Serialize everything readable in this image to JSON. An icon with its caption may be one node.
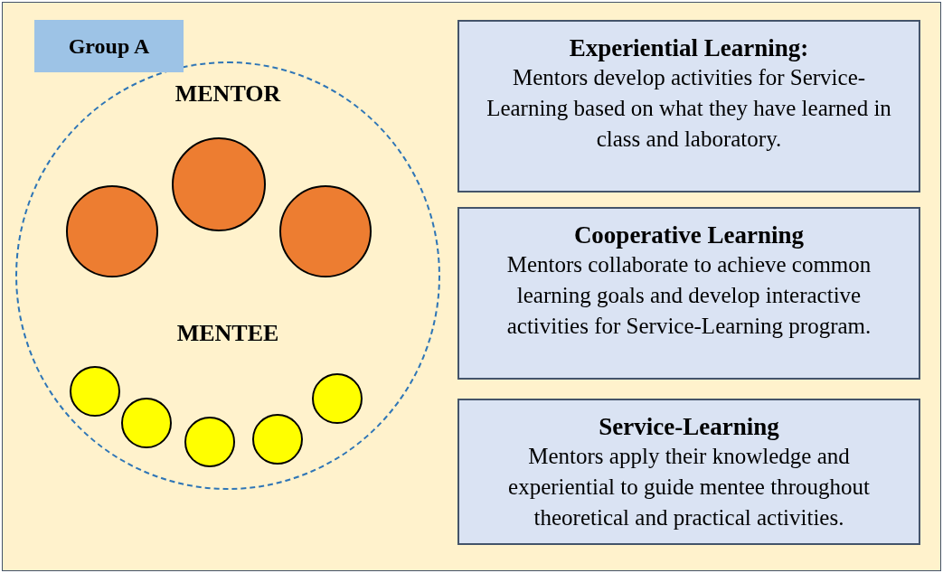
{
  "diagram": {
    "nodes": [
      {
        "text": [],
        "shape": "box"
      },
      {
        "text": [
          "Group A"
        ],
        "in": 0
      },
      {
        "text": [],
        "shape": "circle",
        "in": 0
      },
      {
        "text": [],
        "shape": "circle",
        "in": 2
      },
      {
        "text": [],
        "shape": "circle",
        "in": 2
      },
      {
        "text": [],
        "shape": "circle",
        "in": 2
      },
      {
        "text": [],
        "shape": "circle",
        "in": 2
      },
      {
        "text": [],
        "shape": "circle",
        "in": 2
      },
      {
        "text": [],
        "shape": "circle",
        "in": 2
      },
      {
        "text": [],
        "shape": "circle",
        "in": 2
      },
      {
        "text": [],
        "shape": "circle",
        "in": 2
      },
      {
        "text": [
          "Experiential Learning:",
          "Mentors develop activities for Service-Learning based on what they have learned in class and laboratory."
        ],
        "in": 0
      },
      {
        "text": [
          "Cooperative Learning",
          "Mentors collaborate to achieve common learning goals and develop interactive activities for Service-Learning program."
        ],
        "in": 0
      },
      {
        "text": [
          "Service-Learning",
          "Mentors apply their knowledge and experiential to guide mentee throughout theoretical and practical activities."
        ],
        "in": 0
      }
    ],
    "edges": [],
    "labels": [
      "MENTOR",
      "MENTEE"
    ]
  }
}
